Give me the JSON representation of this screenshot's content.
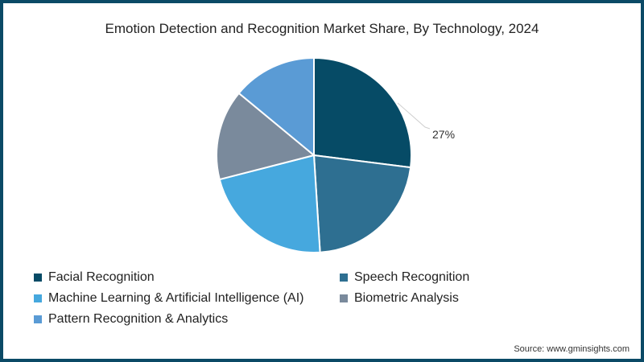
{
  "title": "Emotion Detection and Recognition Market Share, By Technology, 2024",
  "source": "Source: www.gminsights.com",
  "callout": "27%",
  "legend": [
    {
      "label": "Facial Recognition",
      "color": "#064b66"
    },
    {
      "label": "Speech Recognition",
      "color": "#2e6f91"
    },
    {
      "label": "Machine Learning & Artificial Intelligence (AI)",
      "color": "#46a8de"
    },
    {
      "label": "Biometric Analysis",
      "color": "#7a8a9c"
    },
    {
      "label": "Pattern Recognition & Analytics",
      "color": "#5a9bd5"
    }
  ],
  "chart_data": {
    "type": "pie",
    "title": "Emotion Detection and Recognition Market Share, By Technology, 2024",
    "categories": [
      "Facial Recognition",
      "Speech Recognition",
      "Machine Learning & Artificial Intelligence (AI)",
      "Biometric Analysis",
      "Pattern Recognition & Analytics"
    ],
    "values": [
      27,
      22,
      22,
      15,
      14
    ],
    "colors": [
      "#064b66",
      "#2e6f91",
      "#46a8de",
      "#7a8a9c",
      "#5a9bd5"
    ],
    "labels_shown": {
      "Facial Recognition": "27%"
    },
    "legend_position": "bottom",
    "source": "Source: www.gminsights.com"
  }
}
